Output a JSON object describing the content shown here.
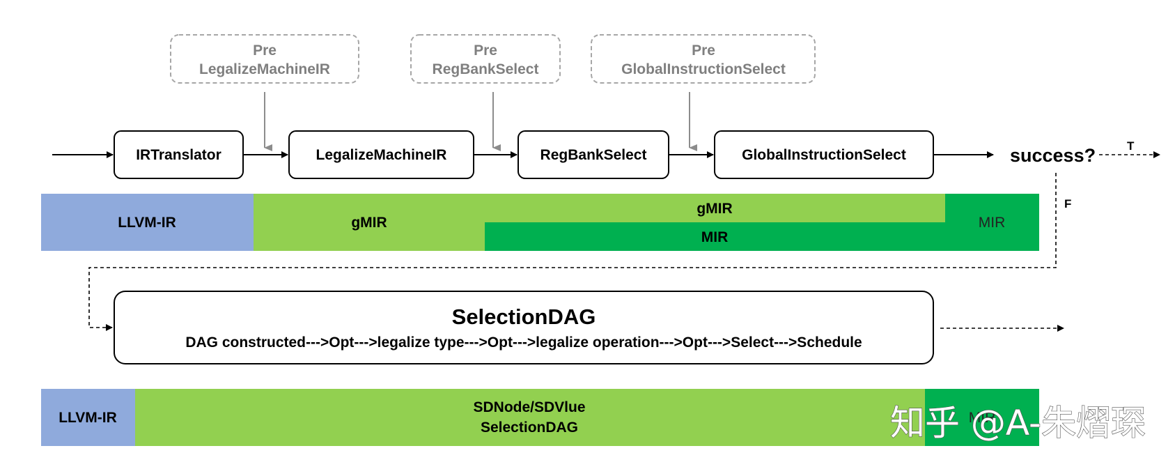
{
  "pre_passes": [
    {
      "line1": "Pre",
      "line2": "LegalizeMachineIR"
    },
    {
      "line1": "Pre",
      "line2": "RegBankSelect"
    },
    {
      "line1": "Pre",
      "line2": "GlobalInstructionSelect"
    }
  ],
  "pipeline": {
    "passes": [
      "IRTranslator",
      "LegalizeMachineIR",
      "RegBankSelect",
      "GlobalInstructionSelect"
    ],
    "decision": "success?",
    "true_label": "T",
    "false_label": "F"
  },
  "globalisel_ir_bar": {
    "llvm_ir": "LLVM-IR",
    "gmir_first": "gMIR",
    "gmir_second": "gMIR",
    "mir_lower": "MIR",
    "mir_end": "MIR"
  },
  "selection_dag": {
    "title": "SelectionDAG",
    "steps": "DAG constructed--->Opt--->legalize type--->Opt--->legalize operation--->Opt--->Select--->Schedule"
  },
  "sdag_ir_bar": {
    "llvm_ir": "LLVM-IR",
    "middle_line1": "SDNode/SDVlue",
    "middle_line2": "SelectionDAG",
    "mir_end": "MIR"
  },
  "watermark": "知乎 @A-朱熠琛",
  "colors": {
    "blue": "#8FAADC",
    "light_green": "#92D050",
    "dark_green": "#00B050",
    "pre_border": "#a6a6a6",
    "pre_arrow": "#8c8c8c"
  }
}
